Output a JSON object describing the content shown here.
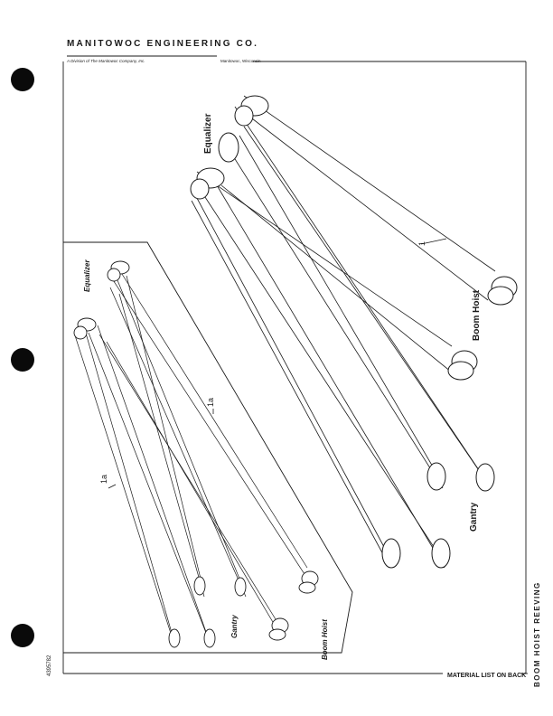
{
  "header": {
    "company": "MANITOWOC ENGINEERING CO.",
    "division": "A Division of The Manitowoc Company, Inc.",
    "city": "Manitowoc, Wisconsin"
  },
  "side_code": "4395782",
  "footer": {
    "material_note": "MATERIAL LIST ON BACK"
  },
  "edge_text": "BOOM HOIST REEVING",
  "diagram_right": {
    "equalizer_label": "Equalizer",
    "boom_hoist_label": "Boom Hoist",
    "gantry_label": "Gantry",
    "callout": "1"
  },
  "diagram_left": {
    "equalizer_label": "Equalizer",
    "boom_hoist_label": "Boom Hoist",
    "gantry_label": "Gantry",
    "callout_a": "1a",
    "callout_b": "1a"
  },
  "colors": {
    "ink": "#1a1a1a",
    "punch_hole": "#0a0a0a",
    "paper": "#ffffff"
  }
}
